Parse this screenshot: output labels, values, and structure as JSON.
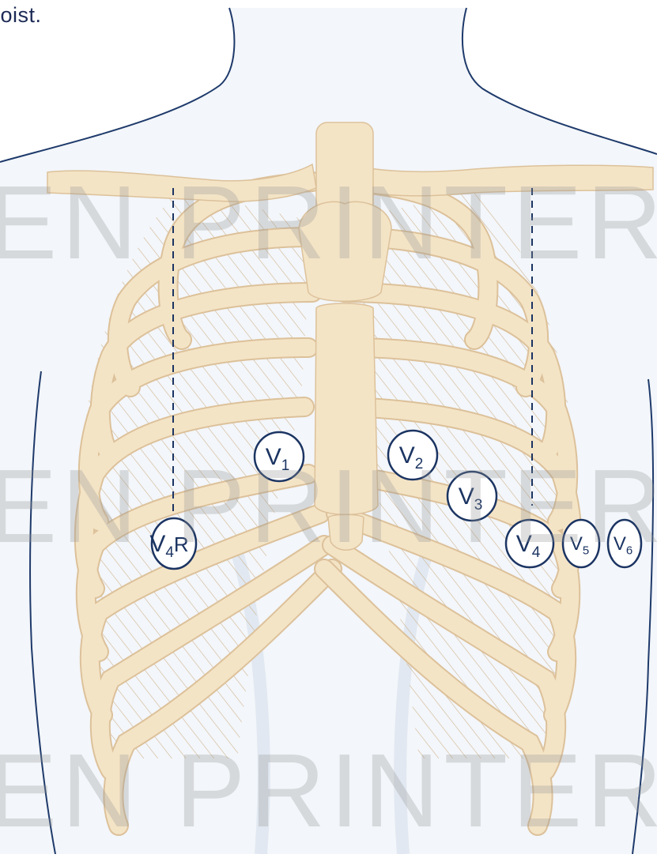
{
  "header": {
    "text": "loist."
  },
  "watermark": {
    "text": "EN PRINTER"
  },
  "colors": {
    "bone": "#f4e4c6",
    "bone_outline": "#dcc19a",
    "body_outline": "#1e3a6b",
    "body_shadow": "#d9e2ee",
    "electrode": "#1b3462",
    "electrode_fill": "#ffffff",
    "hatch": "#c9a77a"
  },
  "electrodes": [
    {
      "id": "V1",
      "main": "V",
      "sub": "1",
      "suffix": ""
    },
    {
      "id": "V2",
      "main": "V",
      "sub": "2",
      "suffix": ""
    },
    {
      "id": "V3",
      "main": "V",
      "sub": "3",
      "suffix": ""
    },
    {
      "id": "V4",
      "main": "V",
      "sub": "4",
      "suffix": ""
    },
    {
      "id": "V5",
      "main": "V",
      "sub": "5",
      "suffix": ""
    },
    {
      "id": "V6",
      "main": "V",
      "sub": "6",
      "suffix": ""
    },
    {
      "id": "V4R",
      "main": "V",
      "sub": "4",
      "suffix": "R"
    }
  ]
}
